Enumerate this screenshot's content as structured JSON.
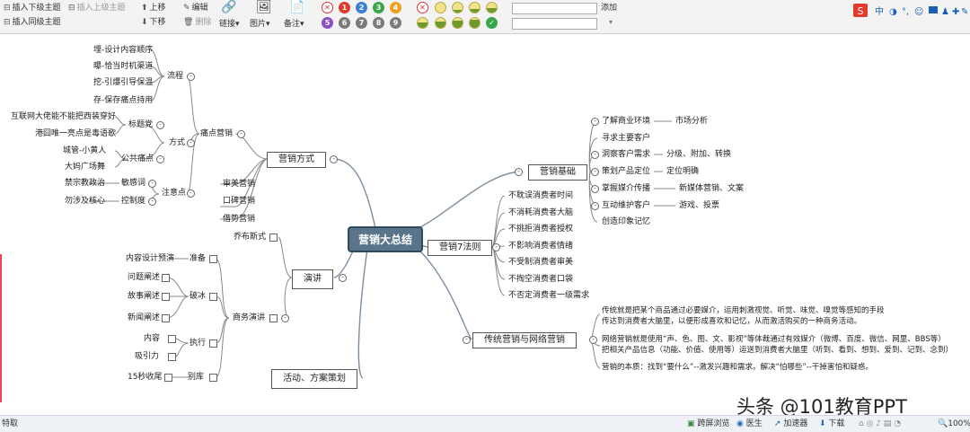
{
  "toolbar": {
    "insert_child": "插入下级主题",
    "insert_parent": "插入上级主题",
    "insert_sibling": "插入同级主题",
    "move_up": "上移",
    "move_down": "下移",
    "edit": "编辑",
    "delete": "删除",
    "link": "链接",
    "image": "图片",
    "note": "备注",
    "priorities_row1": [
      "1",
      "2",
      "3",
      "4"
    ],
    "priorities_row2": [
      "5",
      "6",
      "7",
      "8",
      "9"
    ],
    "add": "添加",
    "colors": {
      "p1": "#e23b2e",
      "p2": "#3c7fd6",
      "p3": "#3aa64a",
      "p4": "#f0a020",
      "p5": "#8a4fc8",
      "p6": "#7a7a7a"
    }
  },
  "mindmap": {
    "center": "营销大总结",
    "b1": {
      "title": "营销方式",
      "g1": "痛点营销",
      "flow": "流程",
      "flow_items": [
        "埋-设计内容顺序",
        "曝-恰当时机渠道",
        "挖-引爆引导保温",
        "存-保存痛点持用"
      ],
      "method": "方式",
      "title_party": "标题党",
      "title_items": [
        "互联网大佬能不能把西装穿好",
        "港囧唯一亮点是毒语歌"
      ],
      "common_pain": "公共痛点",
      "common_items": [
        "城管-小黄人",
        "大妈广场舞"
      ],
      "notes": "注意点",
      "sensitive": "敏感词",
      "sensitive_item": "禁宗教政治",
      "control": "控制度",
      "control_item": "勿涉及核心",
      "others": [
        "审美营销",
        "口碑营销",
        "借势营销"
      ]
    },
    "b2": {
      "title": "演讲",
      "newton": "乔布斯式",
      "business": "商务演讲",
      "prepare": "准备",
      "prepare_item": "内容设计预演",
      "ice": "破冰",
      "ice_items": [
        "问题阐述",
        "故事阐述",
        "新闻阐述"
      ],
      "execute": "执行",
      "execute_items": [
        "内容",
        "吸引力"
      ],
      "close": "别库",
      "close_item": "15秒收尾"
    },
    "b3": {
      "title": "活动、方案策划"
    },
    "b4": {
      "title": "营销基础",
      "items": [
        "了解商业环境",
        "寻求主要客户",
        "洞察客户需求",
        "策划产品定位",
        "掌握媒介传播",
        "互动维护客户",
        "创造印象记忆"
      ],
      "subs": [
        "市场分析",
        "分级、附加、转换",
        "定位明确",
        "新媒体营销、文案",
        "游戏、投票"
      ]
    },
    "b5": {
      "title": "营销7法则",
      "items": [
        "不耽误消费者时间",
        "不消耗消费者大脑",
        "不挑拒消费者授权",
        "不影响消费者情绪",
        "不受制消费者审美",
        "不掏空消费者口袋",
        "不否定消费者一级需求"
      ]
    },
    "b6": {
      "title": "传统营销与网络营销",
      "t1": "传统就是把某个商品通过必要媒介，运用刺激视觉、听觉、味觉、嗅觉等感知的手段",
      "t2": "传达到消费者大脑里，以便形成喜欢和记忆，从而激活购买的一种商务活动。",
      "t3": "网络营销就是使用“声、色、图、文、影视”等体裁通过有效媒介（微博、百度、微信、网里、BBS等）",
      "t4": "把相关产品信息（功能、价值、使用等）运送到消费者大脑里（听到、看到、想到、爱到、记到、念到）",
      "t5": "营销的本质：找到“要什么”--激发兴趣和需求。解决“怕哪些”--干掉害怕和疑惑。"
    }
  },
  "status": {
    "left": "特取",
    "cross_screen": "跨屏浏览",
    "doctor": "医生",
    "accelerator": "加速器",
    "download": "下载",
    "zoom": "100%"
  },
  "watermark": "头条 @101教育PPT"
}
